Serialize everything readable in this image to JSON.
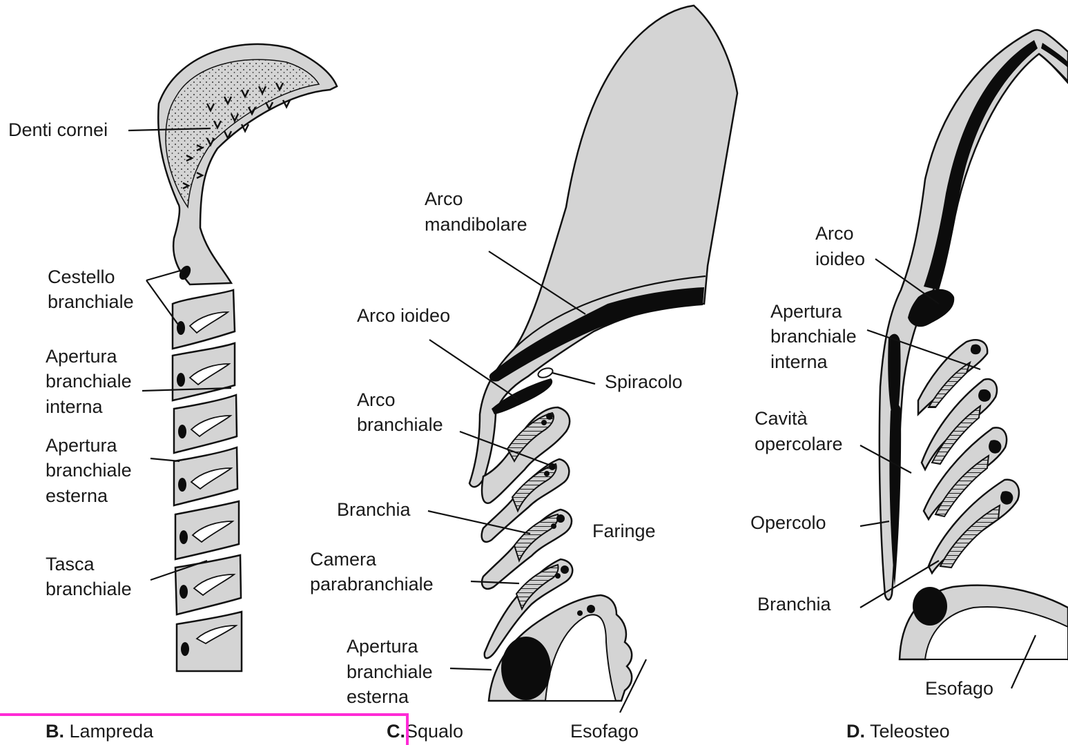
{
  "colors": {
    "tissue": "#d4d4d4",
    "skeleton": "#0c0c0c",
    "outline": "#111111",
    "highlight": "#ff2bd6"
  },
  "panels": {
    "B": {
      "letter": "B.",
      "name": "Lampreda",
      "labels": {
        "denti_cornei": "Denti cornei",
        "cestello_1": "Cestello",
        "cestello_2": "branchiale",
        "ap_int_1": "Apertura",
        "ap_int_2": "branchiale",
        "ap_int_3": "interna",
        "ap_est_1": "Apertura",
        "ap_est_2": "branchiale",
        "ap_est_3": "esterna",
        "tasca_1": "Tasca",
        "tasca_2": "branchiale"
      }
    },
    "C": {
      "letter": "C.",
      "name": "Squalo",
      "labels": {
        "arco_mand_1": "Arco",
        "arco_mand_2": "mandibolare",
        "arco_ioideo": "Arco ioideo",
        "spiracolo": "Spiracolo",
        "arco_br_1": "Arco",
        "arco_br_2": "branchiale",
        "branchia": "Branchia",
        "faringe": "Faringe",
        "camera_1": "Camera",
        "camera_2": "parabranchiale",
        "ap_est_1": "Apertura",
        "ap_est_2": "branchiale",
        "ap_est_3": "esterna",
        "esofago": "Esofago"
      }
    },
    "D": {
      "letter": "D.",
      "name": "Teleosteo",
      "labels": {
        "arco_ioideo_1": "Arco",
        "arco_ioideo_2": "ioideo",
        "ap_int_1": "Apertura",
        "ap_int_2": "branchiale",
        "ap_int_3": "interna",
        "cavita_1": "Cavità",
        "cavita_2": "opercolare",
        "opercolo": "Opercolo",
        "branchia": "Branchia",
        "esofago": "Esofago"
      }
    }
  }
}
